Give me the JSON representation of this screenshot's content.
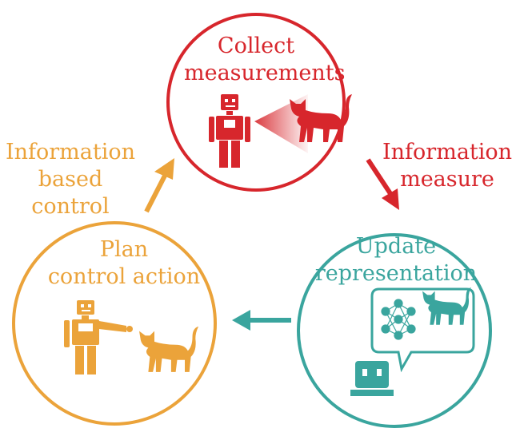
{
  "stages": {
    "collect": {
      "line1": "Collect",
      "line2": "measurements"
    },
    "update": {
      "line1": "Update",
      "line2": "representation"
    },
    "plan": {
      "line1": "Plan",
      "line2": "control action"
    }
  },
  "arrows": {
    "information_measure": {
      "line1": "Information",
      "line2": "measure"
    },
    "information_control": {
      "line1": "Information",
      "line2": "based control"
    }
  },
  "colors": {
    "collect": "#d7262c",
    "update": "#3aa59e",
    "plan": "#eba33a"
  },
  "icons": [
    "robot-icon",
    "cat-icon",
    "sensor-cone-icon",
    "neural-network-icon",
    "speech-bubble-icon",
    "robot-head-icon",
    "arrow-icon"
  ]
}
